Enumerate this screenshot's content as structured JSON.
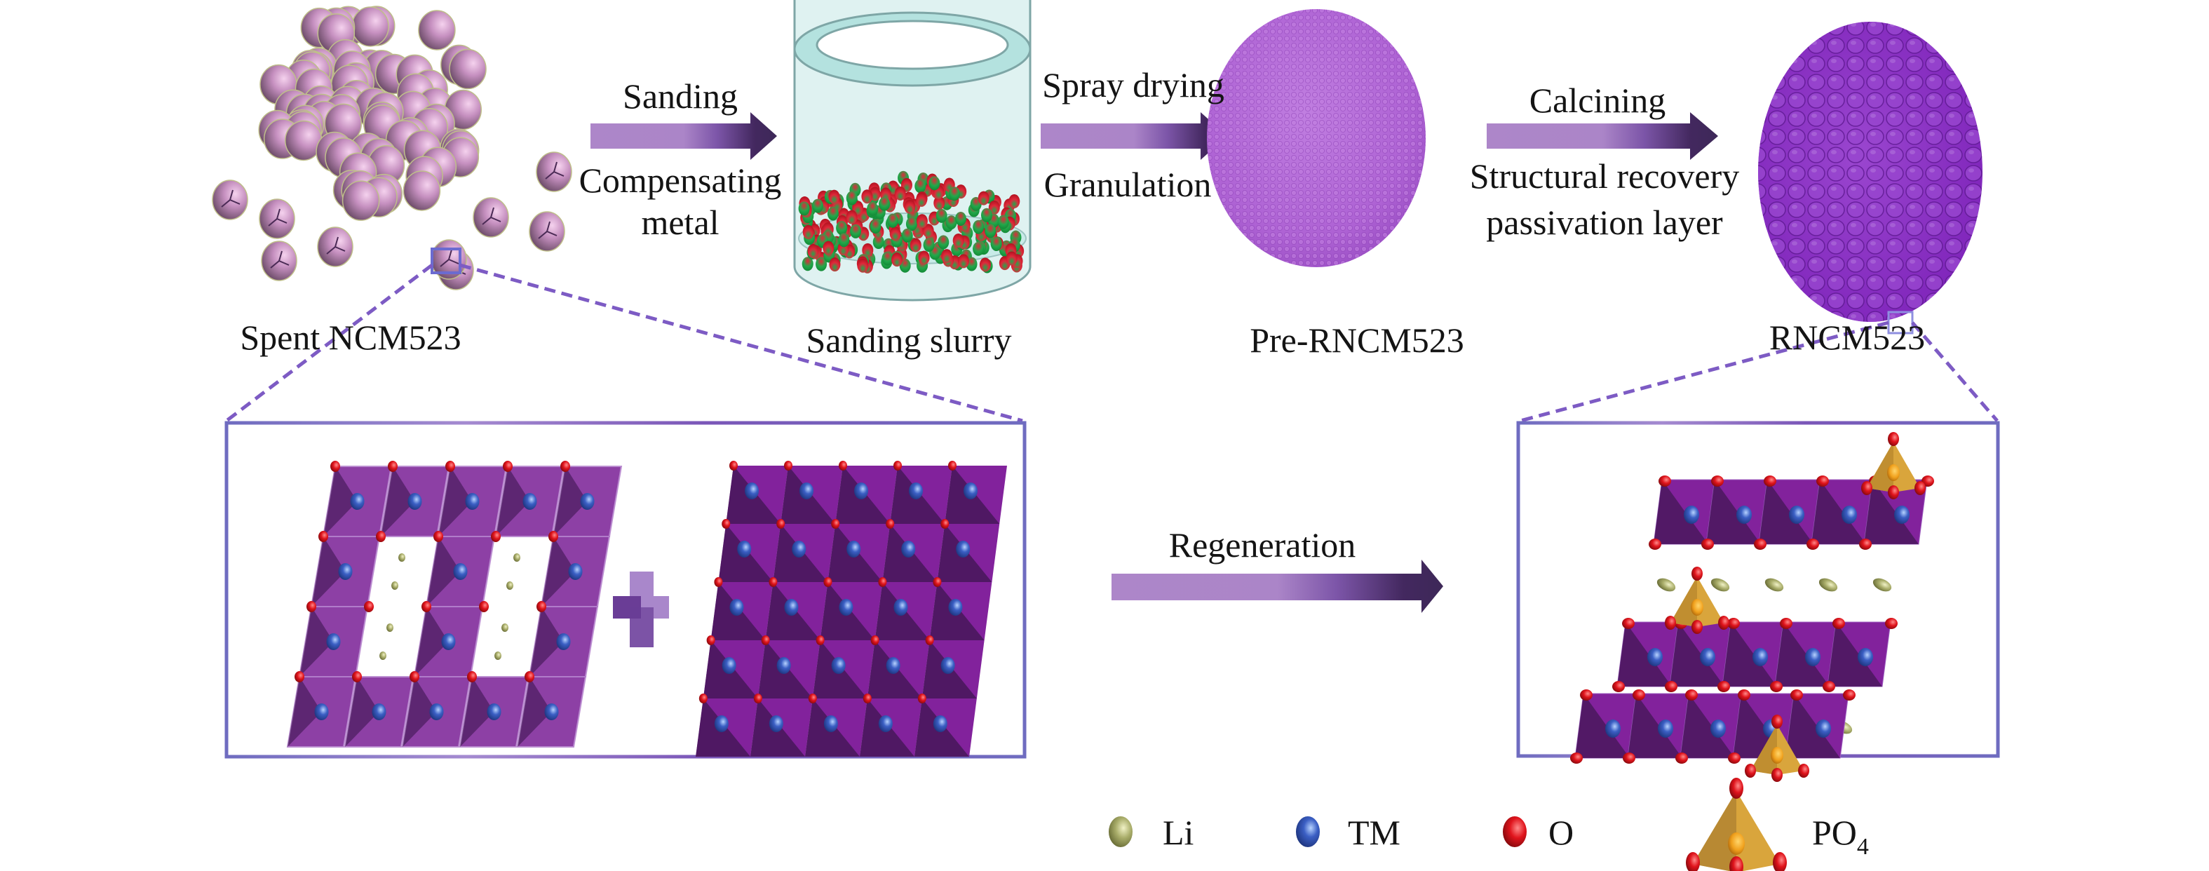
{
  "figure": {
    "stages": [
      {
        "id": "spent",
        "label": "Spent NCM523"
      },
      {
        "id": "slurry",
        "label": "Sanding slurry"
      },
      {
        "id": "pre",
        "label": "Pre-RNCM523"
      },
      {
        "id": "regen",
        "label": "RNCM523"
      }
    ],
    "steps": [
      {
        "above": "Sanding",
        "below_lines": [
          "Compensating",
          "metal"
        ]
      },
      {
        "above": "Spray drying",
        "below_lines": [
          "Granulation"
        ]
      },
      {
        "above": "Calcining",
        "below_lines": [
          "Structural recovery",
          "passivation layer"
        ]
      }
    ],
    "regeneration_label": "Regeneration",
    "legend": [
      {
        "symbol": "Li",
        "color": "#a9ad6a",
        "shape": "sphere"
      },
      {
        "symbol": "TM",
        "color": "#3b5fc4",
        "shape": "sphere"
      },
      {
        "symbol": "O",
        "color": "#e0141c",
        "shape": "sphere"
      },
      {
        "symbol": "PO",
        "subscript": "4",
        "color": "#d9a53c",
        "shape": "tetrahedron"
      }
    ],
    "colors": {
      "arrow_light": "#ad86c9",
      "arrow_dark": "#3d2858",
      "box_border": "#6e6cc0",
      "dash": "#7d5bc4",
      "particle": "#c48fc0",
      "pre_sphere": "#b167d6",
      "rncm_sphere": "#8a2fc0",
      "polyhedron": "#7a1f96",
      "polyhedron_dark": "#3d1650",
      "cylinder": "#bfe6e3",
      "slurry_green": "#22a84a",
      "slurry_red": "#e0283a"
    }
  }
}
